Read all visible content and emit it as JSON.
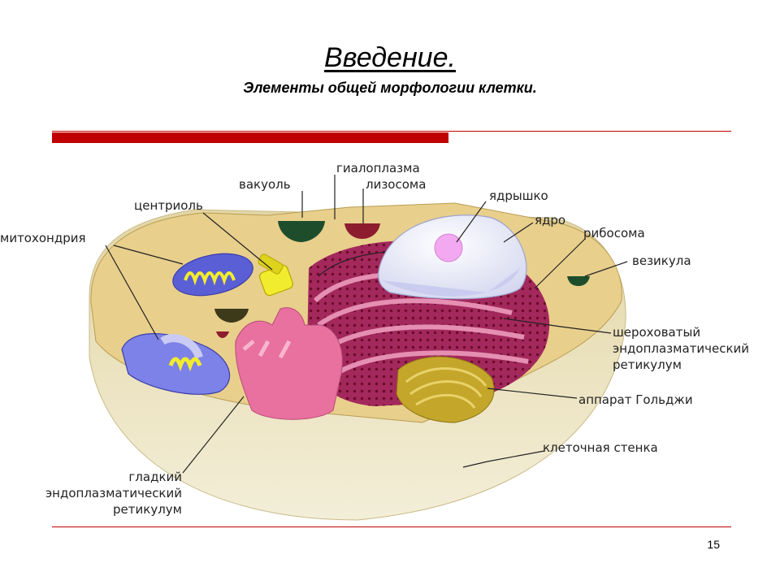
{
  "slide": {
    "title": "Введение.",
    "subtitle": "Элементы общей морфологии клетки.",
    "page_number": "15"
  },
  "labels": {
    "hyaloplasm": "гиалоплазма",
    "lysosome": "лизосома",
    "vacuole": "вакуоль",
    "centriole": "центриоль",
    "mitochondria": "митохондрия",
    "nucleolus": "ядрышко",
    "nucleus": "ядро",
    "ribosome": "рибосома",
    "vesicle": "везикула",
    "rough_er_1": "шероховатый",
    "rough_er_2": "эндоплазматический",
    "rough_er_3": "ретикулум",
    "golgi": "аппарат Гольджи",
    "cell_wall": "клеточная стенка",
    "smooth_er_1": "гладкий",
    "smooth_er_2": "эндоплазматический",
    "smooth_er_3": "ретикулум"
  },
  "colors": {
    "accent": "#c00000",
    "cytoplasm": "#e8cf8c",
    "cell_side": "#ece3bd",
    "nucleus": "#e6e8f8",
    "nucleolus": "#f2a9f2",
    "rough_er": "#a3285c",
    "smooth_er": "#e8719f",
    "golgi": "#c4a62a",
    "mitochondria": "#5b5fd6",
    "centriole": "#f2ec2e",
    "vacuole": "#1e4d2c",
    "lysosome": "#8c1c2e"
  }
}
